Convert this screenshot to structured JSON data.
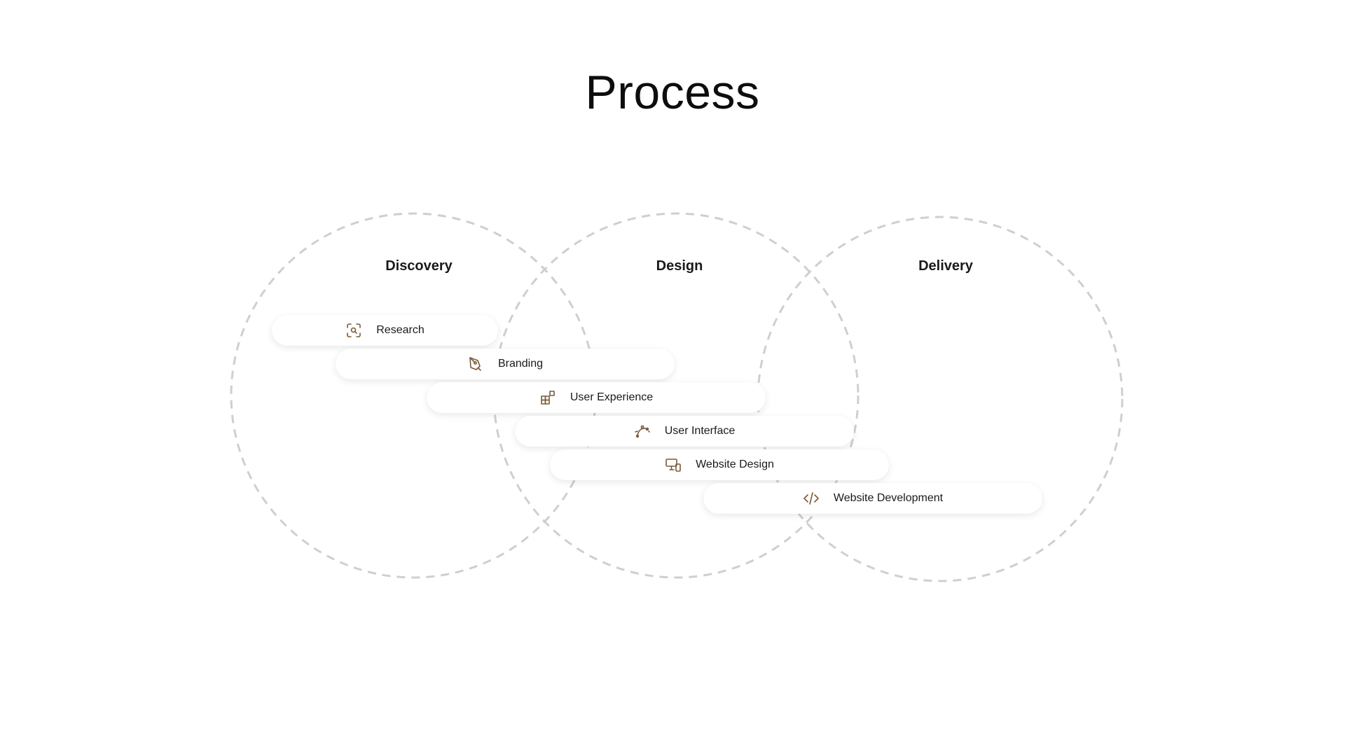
{
  "title": "Process",
  "accent_color": "#7a5a3a",
  "ring_color": "#cfcfcf",
  "phases": [
    {
      "label": "Discovery"
    },
    {
      "label": "Design"
    },
    {
      "label": "Delivery"
    }
  ],
  "steps": [
    {
      "label": "Research",
      "icon": "search-scan-icon"
    },
    {
      "label": "Branding",
      "icon": "pen-tool-icon"
    },
    {
      "label": "User Experience",
      "icon": "blocks-icon"
    },
    {
      "label": "User Interface",
      "icon": "bezier-curve-icon"
    },
    {
      "label": "Website Design",
      "icon": "devices-icon"
    },
    {
      "label": "Website Development",
      "icon": "code-icon"
    }
  ]
}
